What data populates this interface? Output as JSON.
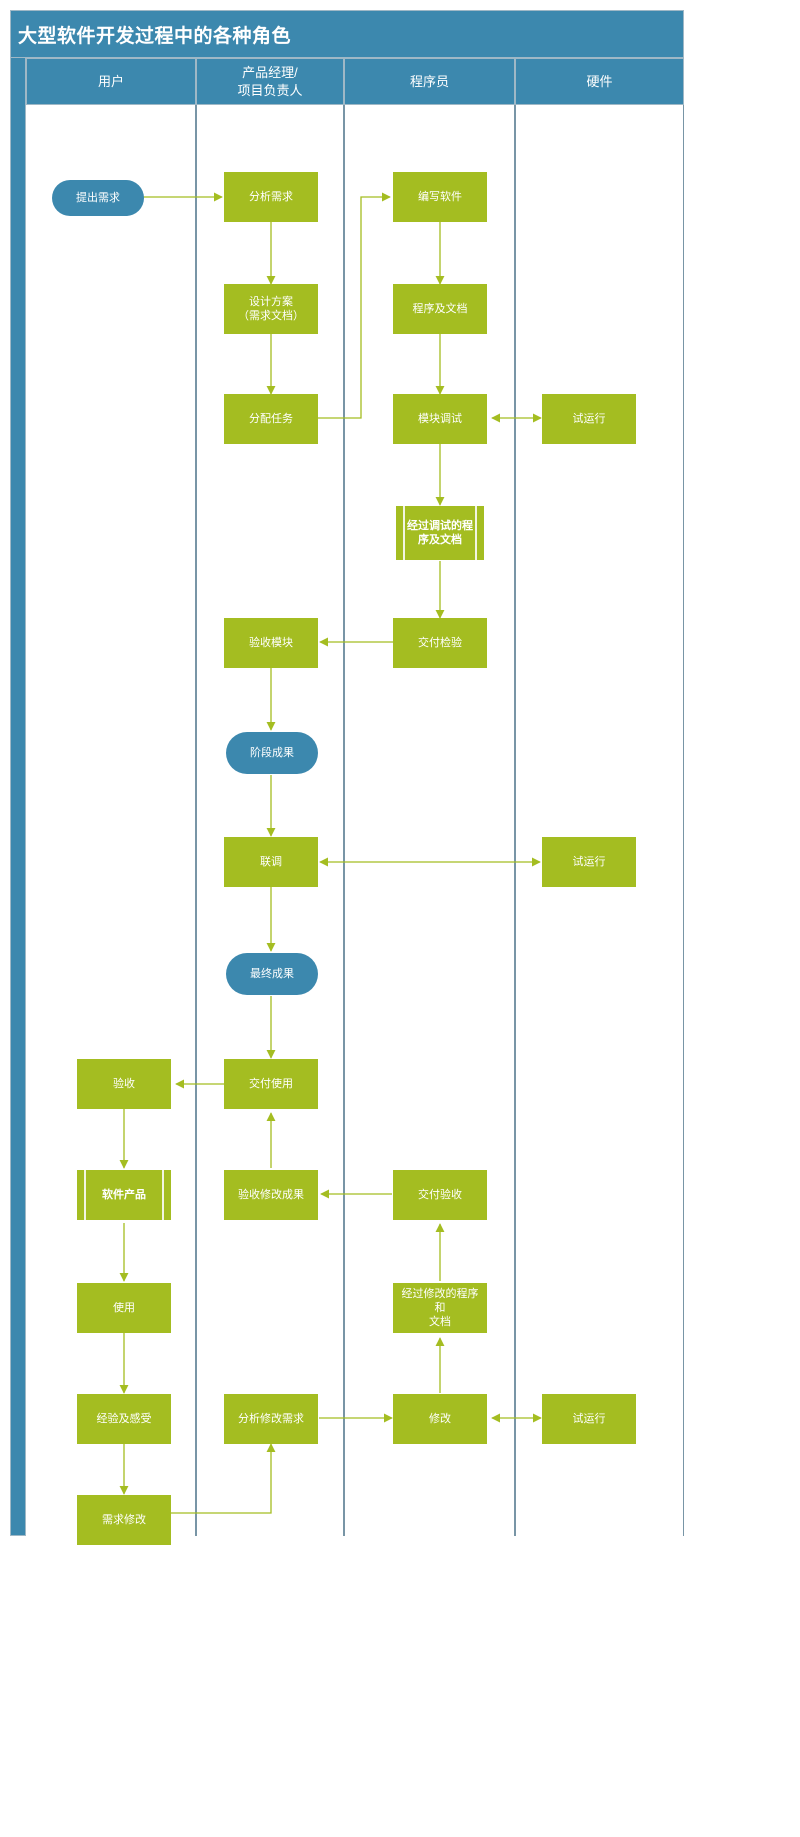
{
  "title": "大型软件开发过程中的各种角色",
  "colors": {
    "header_blue": "#3c88ae",
    "process_green": "#a4bd21",
    "terminator_blue": "#3c88ae",
    "connector_green": "#a4bd21",
    "lane_border": "#7895a6",
    "page_background": "#ffffff"
  },
  "lanes": [
    {
      "id": "user",
      "label": "用户"
    },
    {
      "id": "pm",
      "label": "产品经理/\n项目负责人"
    },
    {
      "id": "dev",
      "label": "程序员"
    },
    {
      "id": "hardware",
      "label": "硬件"
    }
  ],
  "nodes": [
    {
      "id": "n1",
      "lane": "user",
      "shape": "terminator",
      "label": "提出需求"
    },
    {
      "id": "n2",
      "lane": "pm",
      "shape": "process",
      "label": "分析需求"
    },
    {
      "id": "n3",
      "lane": "dev",
      "shape": "process",
      "label": "编写软件"
    },
    {
      "id": "n4",
      "lane": "pm",
      "shape": "process",
      "label": "设计方案\n（需求文档）"
    },
    {
      "id": "n5",
      "lane": "dev",
      "shape": "process",
      "label": "程序及文档"
    },
    {
      "id": "n6",
      "lane": "pm",
      "shape": "process",
      "label": "分配任务"
    },
    {
      "id": "n7",
      "lane": "dev",
      "shape": "process",
      "label": "模块调试"
    },
    {
      "id": "n8",
      "lane": "hardware",
      "shape": "process",
      "label": "试运行"
    },
    {
      "id": "n9",
      "lane": "dev",
      "shape": "predefined",
      "label": "经过调试的程\n序及文档"
    },
    {
      "id": "n10",
      "lane": "pm",
      "shape": "process",
      "label": "验收模块"
    },
    {
      "id": "n11",
      "lane": "dev",
      "shape": "process",
      "label": "交付检验"
    },
    {
      "id": "n12",
      "lane": "pm",
      "shape": "terminator",
      "label": "阶段成果"
    },
    {
      "id": "n13",
      "lane": "pm",
      "shape": "process",
      "label": "联调"
    },
    {
      "id": "n14",
      "lane": "hardware",
      "shape": "process",
      "label": "试运行"
    },
    {
      "id": "n15",
      "lane": "pm",
      "shape": "terminator",
      "label": "最终成果"
    },
    {
      "id": "n16",
      "lane": "user",
      "shape": "process",
      "label": "验收"
    },
    {
      "id": "n17",
      "lane": "pm",
      "shape": "process",
      "label": "交付使用"
    },
    {
      "id": "n18",
      "lane": "user",
      "shape": "predefined",
      "label": "软件产品"
    },
    {
      "id": "n19",
      "lane": "pm",
      "shape": "process",
      "label": "验收修改成果"
    },
    {
      "id": "n20",
      "lane": "dev",
      "shape": "process",
      "label": "交付验收"
    },
    {
      "id": "n21",
      "lane": "user",
      "shape": "process",
      "label": "使用"
    },
    {
      "id": "n22",
      "lane": "dev",
      "shape": "process",
      "label": "经过修改的程序和\n文档"
    },
    {
      "id": "n23",
      "lane": "user",
      "shape": "process",
      "label": "经验及感受"
    },
    {
      "id": "n24",
      "lane": "pm",
      "shape": "process",
      "label": "分析修改需求"
    },
    {
      "id": "n25",
      "lane": "dev",
      "shape": "process",
      "label": "修改"
    },
    {
      "id": "n26",
      "lane": "hardware",
      "shape": "process",
      "label": "试运行"
    },
    {
      "id": "n27",
      "lane": "user",
      "shape": "process",
      "label": "需求修改"
    }
  ],
  "edges": [
    {
      "from": "n1",
      "to": "n2",
      "kind": "arrow"
    },
    {
      "from": "n2",
      "to": "n4",
      "kind": "arrow"
    },
    {
      "from": "n4",
      "to": "n6",
      "kind": "arrow"
    },
    {
      "from": "n6",
      "to": "n3",
      "kind": "arrow"
    },
    {
      "from": "n3",
      "to": "n5",
      "kind": "arrow"
    },
    {
      "from": "n5",
      "to": "n7",
      "kind": "arrow"
    },
    {
      "from": "n7",
      "to": "n8",
      "kind": "double-arrow"
    },
    {
      "from": "n7",
      "to": "n9",
      "kind": "arrow"
    },
    {
      "from": "n9",
      "to": "n11",
      "kind": "arrow"
    },
    {
      "from": "n11",
      "to": "n10",
      "kind": "arrow"
    },
    {
      "from": "n10",
      "to": "n12",
      "kind": "arrow"
    },
    {
      "from": "n12",
      "to": "n13",
      "kind": "arrow"
    },
    {
      "from": "n14",
      "to": "n13",
      "kind": "double-arrow"
    },
    {
      "from": "n13",
      "to": "n15",
      "kind": "arrow"
    },
    {
      "from": "n15",
      "to": "n17",
      "kind": "arrow"
    },
    {
      "from": "n17",
      "to": "n16",
      "kind": "arrow"
    },
    {
      "from": "n16",
      "to": "n18",
      "kind": "arrow"
    },
    {
      "from": "n18",
      "to": "n21",
      "kind": "arrow"
    },
    {
      "from": "n21",
      "to": "n23",
      "kind": "arrow"
    },
    {
      "from": "n23",
      "to": "n27",
      "kind": "arrow"
    },
    {
      "from": "n27",
      "to": "n24",
      "kind": "arrow"
    },
    {
      "from": "n24",
      "to": "n25",
      "kind": "arrow"
    },
    {
      "from": "n25",
      "to": "n26",
      "kind": "double-arrow"
    },
    {
      "from": "n25",
      "to": "n22",
      "kind": "arrow"
    },
    {
      "from": "n22",
      "to": "n20",
      "kind": "arrow"
    },
    {
      "from": "n20",
      "to": "n19",
      "kind": "arrow"
    },
    {
      "from": "n19",
      "to": "n17",
      "kind": "arrow"
    }
  ]
}
